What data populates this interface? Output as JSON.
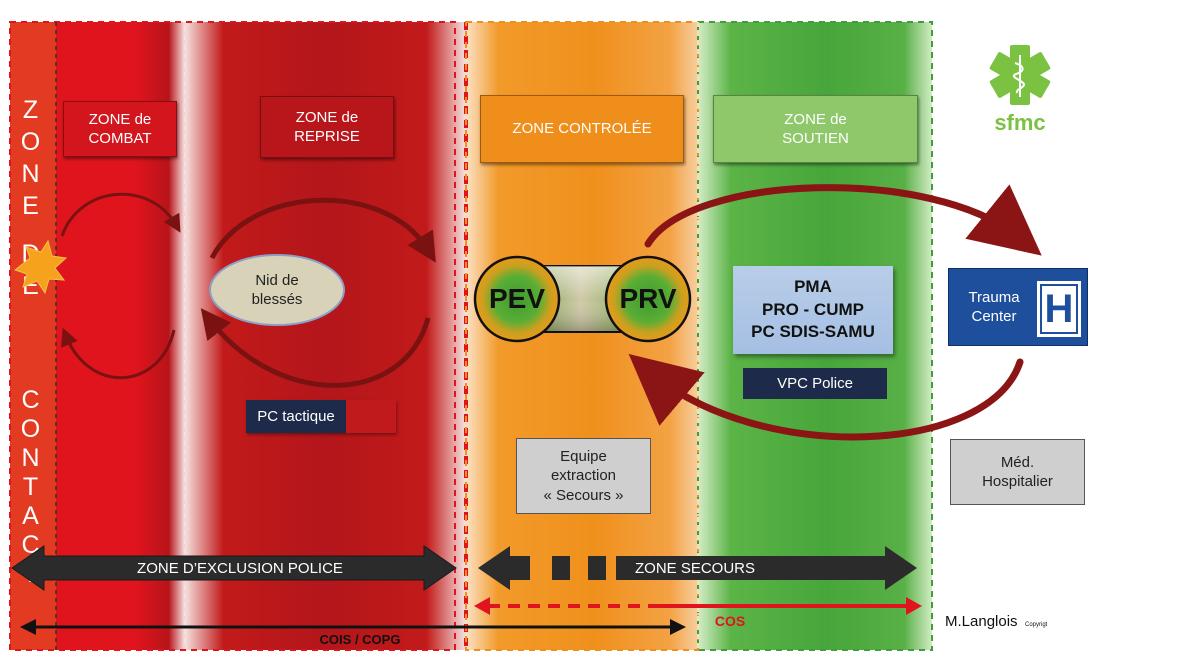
{
  "zones": {
    "contact": {
      "line1": "ZONE",
      "line2": "DE",
      "line3": "CONTACT"
    },
    "combat": "ZONE de\nCOMBAT",
    "reprise": "ZONE de\nREPRISE",
    "controlee": "ZONE CONTROLÉE",
    "soutien": "ZONE de\nSOUTIEN"
  },
  "nodes": {
    "nid": "Nid de\nblessés",
    "pc_tactique": "PC tactique",
    "pev": "PEV",
    "prv": "PRV",
    "pma": "PMA\nPRO - CUMP\nPC SDIS-SAMU",
    "vpc": "VPC Police",
    "equipe": "Equipe\nextraction\n« Secours »",
    "trauma": "Trauma\nCenter",
    "h": "H",
    "med": "Méd.\nHospitalier"
  },
  "bars": {
    "exclusion": "ZONE D’EXCLUSION POLICE",
    "secours": "ZONE SECOURS",
    "cois": "COIS / COPG",
    "cos": "COS"
  },
  "logo": "sfmc",
  "credit": {
    "name": "M.Langlois",
    "copy": "Copyrigt"
  },
  "colors": {
    "red": "#d92b1e",
    "dark_red": "#b3161b",
    "orange": "#f0901c",
    "green": "#4caa3c",
    "navy": "#1e2a4a",
    "logo_green": "#7cc242"
  }
}
